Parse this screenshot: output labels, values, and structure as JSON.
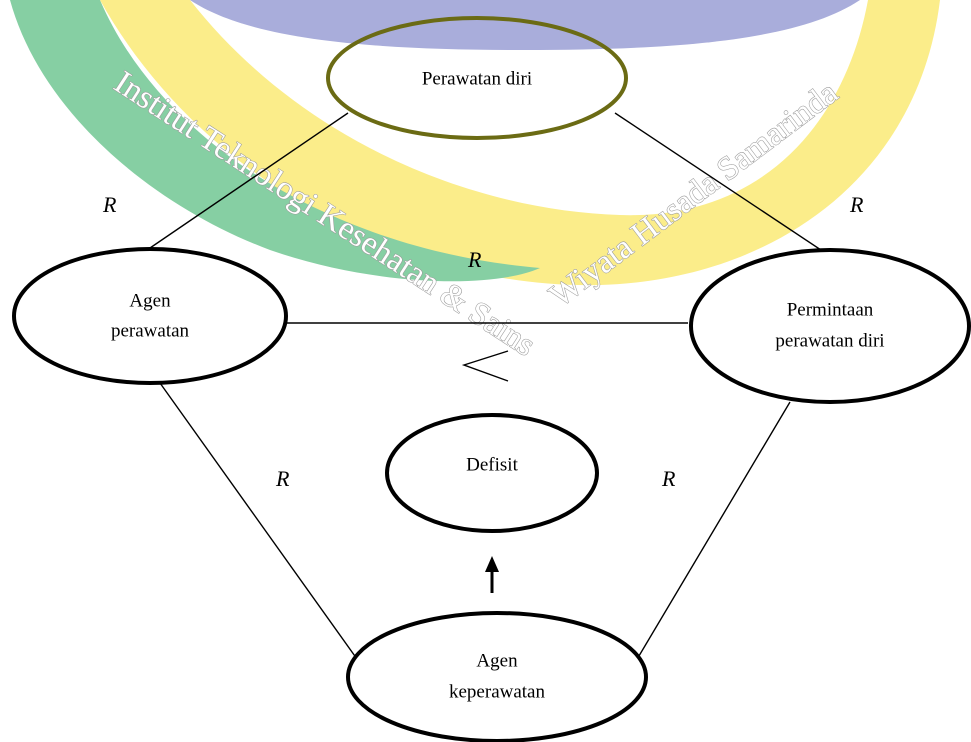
{
  "watermark": {
    "text_left": "Institut Teknologi Kesehatan & Sains",
    "text_right": "Wiyata Husada Samarinda",
    "colors": {
      "purple": "#a9addb",
      "yellow": "#fbed8a",
      "green": "#86cfa3",
      "text_outline": "#9a9a9a"
    }
  },
  "nodes": {
    "perawatan_diri": {
      "lines": [
        "Perawatan diri"
      ],
      "text_color": "#6b6b1e",
      "outline_color": "#6b6b14"
    },
    "agen_perawatan": {
      "lines": [
        "Agen",
        "perawatan"
      ]
    },
    "permintaan": {
      "lines": [
        "Permintaan",
        "perawatan diri"
      ]
    },
    "defisit": {
      "lines": [
        "Defisit"
      ]
    },
    "agen_keperawatan": {
      "lines": [
        "Agen",
        "keperawatan"
      ]
    }
  },
  "relation_label": "R",
  "symbols": {
    "less_than": "<",
    "arrow": "up-arrow"
  }
}
